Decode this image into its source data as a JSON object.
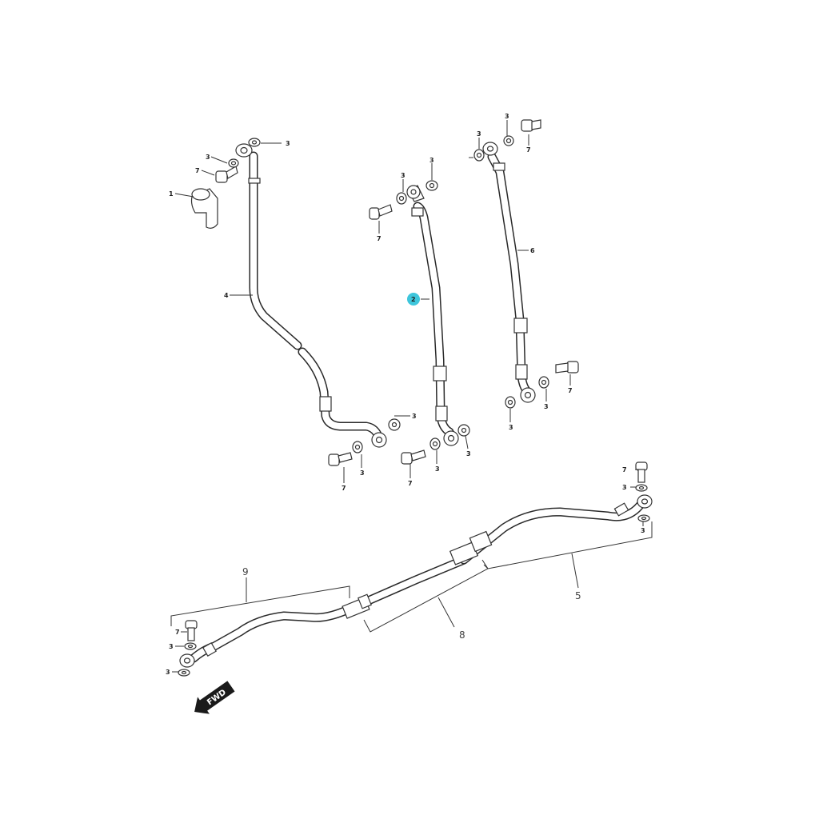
{
  "callouts": {
    "p1": "1",
    "p2": "2",
    "p3": "3",
    "p4": "4",
    "p5": "5",
    "p6": "6",
    "p7": "7",
    "p8": "8",
    "p9": "9"
  },
  "direction_arrow": {
    "label": "FWD"
  },
  "highlight": {
    "part": "2",
    "color": "#3ec6dc"
  }
}
